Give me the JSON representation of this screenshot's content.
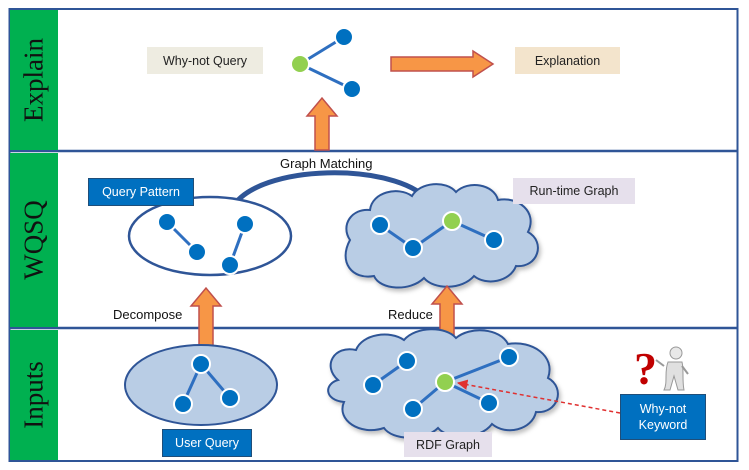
{
  "layers": {
    "explain": "Explain",
    "wqsq": "WQSQ",
    "inputs": "Inputs"
  },
  "explain": {
    "why_not_query": "Why-not Query",
    "explanation": "Explanation"
  },
  "wqsq": {
    "graph_matching": "Graph Matching",
    "query_pattern": "Query Pattern",
    "runtime_graph": "Run-time Graph"
  },
  "transitions": {
    "decompose": "Decompose",
    "reduce": "Reduce"
  },
  "inputs": {
    "user_query": "User Query",
    "rdf_graph": "RDF Graph",
    "why_not_keyword_line1": "Why-not",
    "why_not_keyword_line2": "Keyword"
  },
  "colors": {
    "layer_band": "#00b050",
    "frame": "#2f5597",
    "node": "#0070c0",
    "highlight_node": "#92d050",
    "arrow_fill": "#f79646",
    "arrow_stroke": "#c0504d",
    "cloud_fill": "#b9cde5",
    "label_box_blue": "#0070c0",
    "label_box_grey": "#e6e0ec",
    "label_box_beige": "#eeece1",
    "explanation_box": "#f3e4cc"
  },
  "icons": [
    "question-figure-icon"
  ]
}
